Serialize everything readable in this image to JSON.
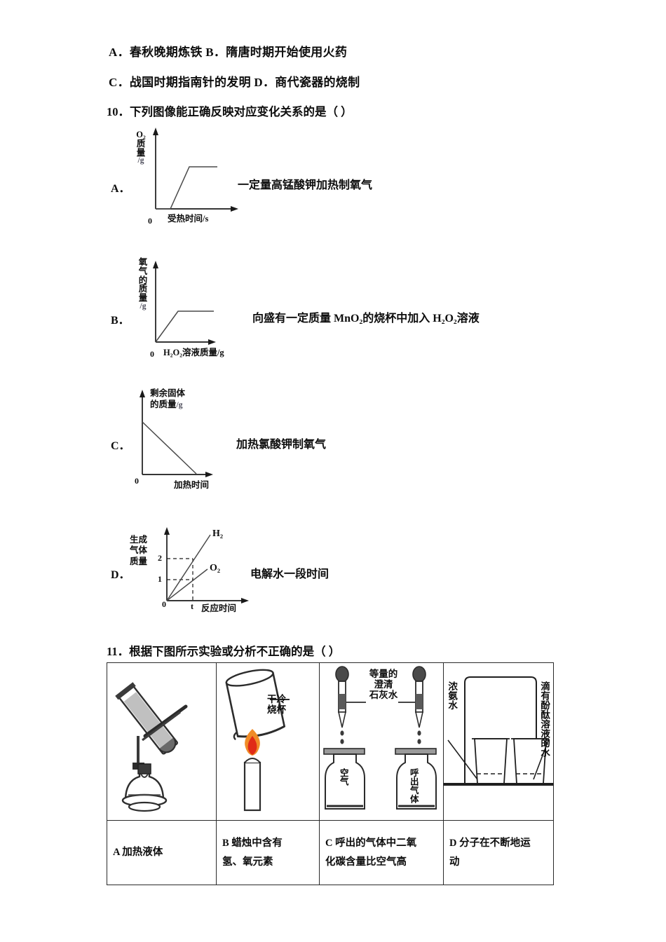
{
  "question9_options": {
    "line1": "A．春秋晚期炼铁   B．隋唐时期开始使用火药",
    "line2": "C．战国时期指南针的发明   D．商代瓷器的烧制"
  },
  "question10": {
    "number_text": "10．下列图像能正确反映对应变化关系的是（ ）",
    "options": [
      {
        "letter": "A．",
        "caption": "一定量高锰酸钾加热制氧气",
        "y_axis": [
          "O₂",
          "质",
          "量"
        ],
        "y_unit": "/g",
        "x_axis": "受热时间/s",
        "origin_label": "0"
      },
      {
        "letter": "B．",
        "caption": "向盛有一定质量 MnO₂的烧杯中加入 H₂O₂溶液",
        "y_axis": [
          "氧",
          "气",
          "的",
          "质",
          "量"
        ],
        "y_unit": "/g",
        "x_axis": "H₂O₂溶液质量/g",
        "origin_label": "0"
      },
      {
        "letter": "C．",
        "caption": "加热氯酸钾制氧气",
        "y_axis_line1": "剩余固体",
        "y_axis_line2": "的质量",
        "y_unit": "/g",
        "x_axis": "加热时间",
        "origin_label": "0"
      },
      {
        "letter": "D．",
        "caption": "电解水一段时间",
        "y_axis": [
          "生成",
          "气体",
          "质量"
        ],
        "x_axis": "反应时间",
        "origin_label": "0",
        "y_ticks": [
          "2",
          "1"
        ],
        "x_tick": "t",
        "series": [
          "H₂",
          "O₂"
        ]
      }
    ]
  },
  "chart_data": [
    {
      "type": "line",
      "option": "A",
      "title": "一定量高锰酸钾加热制氧气",
      "xlabel": "受热时间/s",
      "ylabel": "O₂质量/g",
      "x": [
        0,
        0.18,
        0.42,
        0.78
      ],
      "y": [
        0,
        0,
        1,
        1
      ],
      "xlim": [
        0,
        1
      ],
      "ylim": [
        0,
        1.25
      ],
      "grid": false,
      "annotations": [
        "曲线先延迟后上升至平台"
      ]
    },
    {
      "type": "line",
      "option": "B",
      "title": "向盛有一定质量 MnO₂的烧杯中加入 H₂O₂溶液",
      "xlabel": "H₂O₂溶液质量/g",
      "ylabel": "氧气的质量/g",
      "x": [
        0,
        0.35,
        0.92
      ],
      "y": [
        0,
        1,
        1
      ],
      "xlim": [
        0,
        1
      ],
      "ylim": [
        0,
        1.25
      ],
      "grid": false,
      "annotations": [
        "从原点直线上升后保持不变"
      ]
    },
    {
      "type": "line",
      "option": "C",
      "title": "加热氯酸钾制氧气",
      "xlabel": "加热时间",
      "ylabel": "剩余固体的质量/g",
      "x": [
        0,
        1
      ],
      "y": [
        1,
        0
      ],
      "xlim": [
        0,
        1.3
      ],
      "ylim": [
        0,
        1.3
      ],
      "grid": false,
      "annotations": [
        "直线由纵轴截距降至零"
      ]
    },
    {
      "type": "line",
      "option": "D",
      "title": "电解水一段时间",
      "xlabel": "反应时间",
      "ylabel": "生成气体质量",
      "x": [
        0,
        1
      ],
      "xlim": [
        0,
        2.1
      ],
      "ylim": [
        0,
        3
      ],
      "yticks": [
        1,
        2
      ],
      "xticks": [
        "t"
      ],
      "grid": false,
      "series": [
        {
          "name": "H₂",
          "values": [
            0,
            2
          ],
          "x": [
            0,
            1
          ]
        },
        {
          "name": "O₂",
          "values": [
            0,
            1
          ],
          "x": [
            0,
            1
          ]
        }
      ],
      "annotations": [
        "t 时刻 H₂为2，O₂为1，虚线标注"
      ]
    }
  ],
  "question11": {
    "number_text": "11．根据下图所示实验或分析不正确的是（     ）",
    "table": {
      "cells": [
        {
          "id": "A",
          "caption": "A 加热液体",
          "figure": "test-tube-over-alcohol-lamp",
          "labels": []
        },
        {
          "id": "B",
          "caption": "B 蜡烛中含有氢、氧元素",
          "caption_line1": "B 蜡烛中含有",
          "caption_line2": "氢、氧元素",
          "figure": "dry-beaker-over-candle-flame",
          "labels": [
            "干冷",
            "烧杯"
          ]
        },
        {
          "id": "C",
          "caption": "C 呼出的气体中二氧化碳含量比空气高",
          "caption_line1": "C 呼出的气体中二氧",
          "caption_line2": "化碳含量比空气高",
          "figure": "two-gas-jars-with-limewater-droppers",
          "labels": [
            "等量的",
            "澄清",
            "石灰水",
            "空气",
            "呼出气体"
          ]
        },
        {
          "id": "D",
          "caption": "D 分子在不断地运动",
          "caption_line1": "D 分子在不断地运",
          "caption_line2": "动",
          "figure": "ammonia-diffusion-beakers",
          "labels": [
            "浓氨水",
            "滴有酚酞溶液的水"
          ]
        }
      ]
    }
  },
  "colors": {
    "ink": "#0d0d0d",
    "rule": "#2a2a2a",
    "unit_gray": "#4a4a58",
    "flame_outer": "#f08c28",
    "flame_inner": "#e02b17",
    "glass": "#3a3a3a",
    "metal": "#555"
  }
}
